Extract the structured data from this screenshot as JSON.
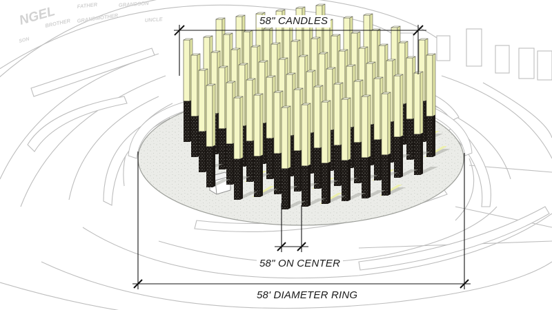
{
  "annotations": {
    "candles": "58\" CANDLES",
    "on_center": "58\" ON CENTER",
    "ring": "58' DIAMETER RING"
  },
  "wall_engravings": [
    "NGEL",
    "FATHER",
    "GRANDSON",
    "BROTHER",
    "GRANDMOTHER",
    "UNCLE",
    "SON"
  ],
  "colors": {
    "plaza": "#e9eae6",
    "candle_glow": "#f5f7c6",
    "candle_base": "#1b1714",
    "glow_strip": "#eef29a",
    "linework": "#b9b9b9",
    "dimension": "#111111"
  }
}
